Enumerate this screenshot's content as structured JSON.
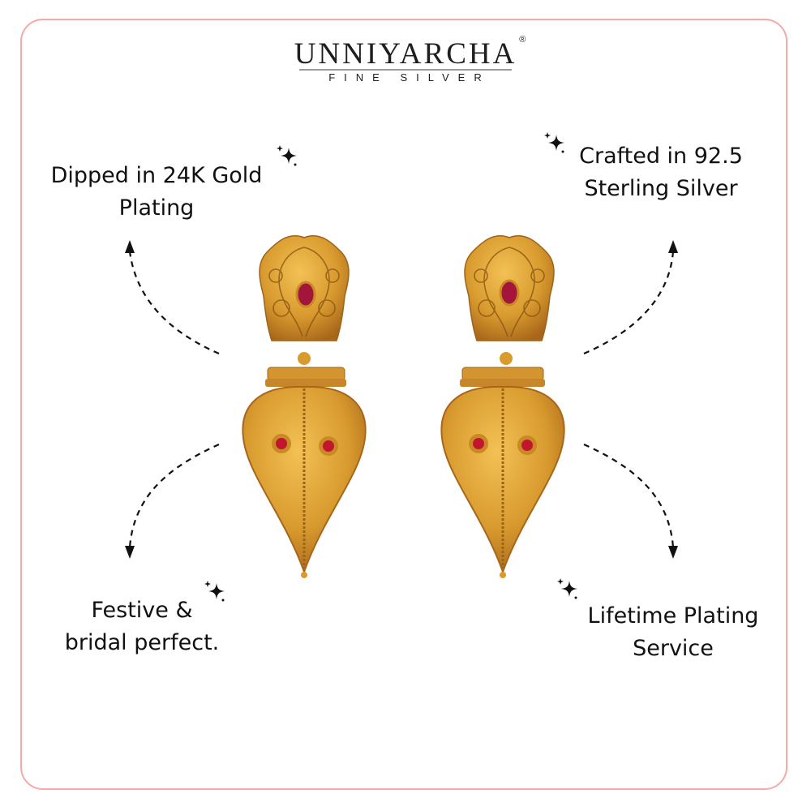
{
  "brand": {
    "name": "UNNIYARCHA",
    "registered_mark": "®",
    "tagline": "FINE SILVER"
  },
  "features": [
    {
      "id": "gold-plating",
      "line1": "Dipped in 24K Gold",
      "line2": "Plating"
    },
    {
      "id": "sterling-silver",
      "line1": "Crafted in 92.5",
      "line2": "Sterling Silver"
    },
    {
      "id": "festive-bridal",
      "line1": "Festive &",
      "line2": "bridal perfect."
    },
    {
      "id": "lifetime-plating",
      "line1": "Lifetime Plating",
      "line2": "Service"
    }
  ],
  "product": {
    "type": "earrings-pair",
    "metal_color": "#d9a030",
    "stone_color": "#a3153a"
  },
  "colors": {
    "frame_border": "#f6a9a9",
    "text": "#111111"
  }
}
